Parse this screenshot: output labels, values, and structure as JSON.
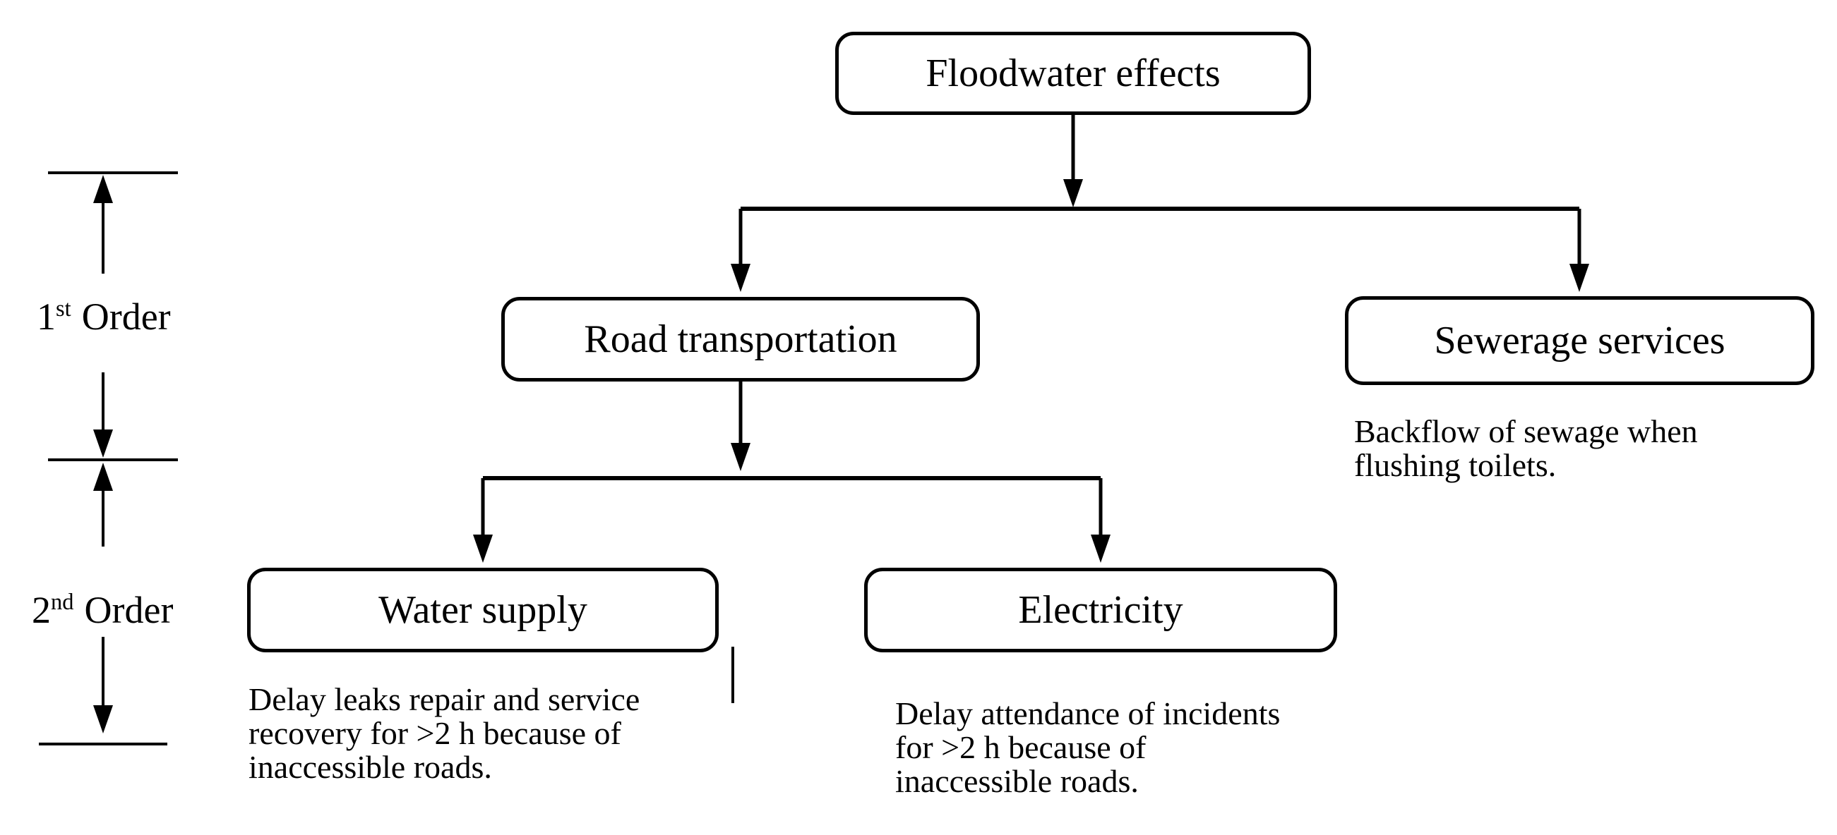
{
  "canvas": {
    "ink_color": "#000000",
    "background_color": "#ffffff"
  },
  "scale_rail": {
    "orders": [
      {
        "number": "1",
        "suffix": "st",
        "word": "Order"
      },
      {
        "number": "2",
        "suffix": "nd",
        "word": "Order"
      }
    ]
  },
  "nodes": {
    "floodwater": {
      "label": "Floodwater effects"
    },
    "road": {
      "label": "Road transportation"
    },
    "sewerage": {
      "label": "Sewerage services",
      "caption": [
        "Backflow of sewage when",
        "flushing toilets."
      ]
    },
    "water": {
      "label": "Water supply",
      "caption": [
        "Delay leaks repair and service",
        "recovery for >2 h because of",
        "inaccessible roads."
      ]
    },
    "electricity": {
      "label": "Electricity",
      "caption": [
        "Delay attendance of incidents",
        "for >2 h because of",
        "inaccessible roads."
      ]
    }
  }
}
